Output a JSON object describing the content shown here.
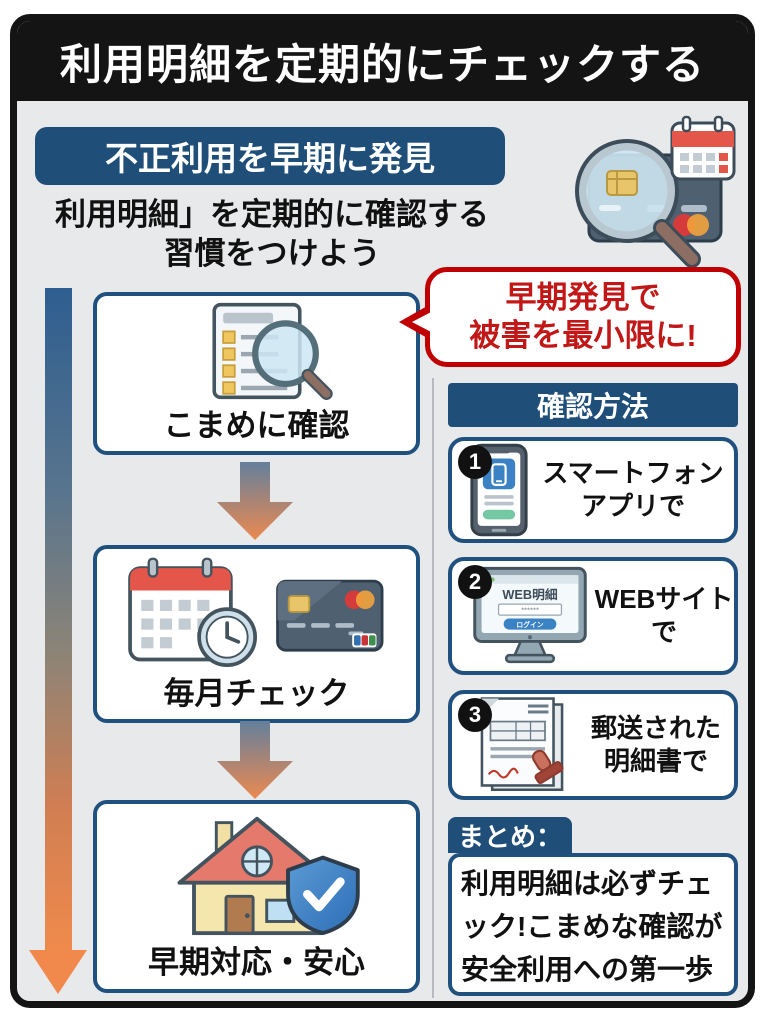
{
  "title": "利用明細を定期的にチェックする",
  "colors": {
    "accent_blue": "#1f4e79",
    "alert_red": "#c00000",
    "frame_black": "#141414",
    "background_gray": "#e7e9eb",
    "arrow_gradient_top": "#2e5e90",
    "arrow_gradient_bottom": "#f08a4b"
  },
  "icons": {
    "hero": "magnifier-card-calendar-icon",
    "step1": "checklist-magnifier-icon",
    "step2": "calendar-clock-card-icon",
    "step3": "house-shield-icon",
    "method1": "smartphone-app-icon",
    "method2": "web-monitor-icon",
    "method3": "mailed-statement-stamp-icon"
  },
  "section": {
    "header": "不正利用を早期に発見",
    "intro_line1": "利用明細」を定期的に確認する",
    "intro_line2": "習慣をつけよう"
  },
  "bubble": {
    "line1": "早期発見で",
    "line2": "被害を最小限に!"
  },
  "flow": {
    "steps": [
      {
        "label": "こまめに確認"
      },
      {
        "label": "毎月チェック"
      },
      {
        "label": "早期対応・安心"
      }
    ]
  },
  "methods": {
    "header": "確認方法",
    "items": [
      {
        "number": "1",
        "lines": [
          "スマートフォン",
          "アプリで"
        ]
      },
      {
        "number": "2",
        "lines": [
          "WEBサイト",
          "で"
        ],
        "screen_title": "WEB明細",
        "screen_input": "******",
        "screen_button": "ログイン"
      },
      {
        "number": "3",
        "lines": [
          "郵送された",
          "明細書で"
        ]
      }
    ]
  },
  "summary": {
    "label": "まとめ：",
    "lines": [
      "利用明細は必ずチェ",
      "ック!こまめな確認が",
      "安全利用への第一歩"
    ]
  }
}
